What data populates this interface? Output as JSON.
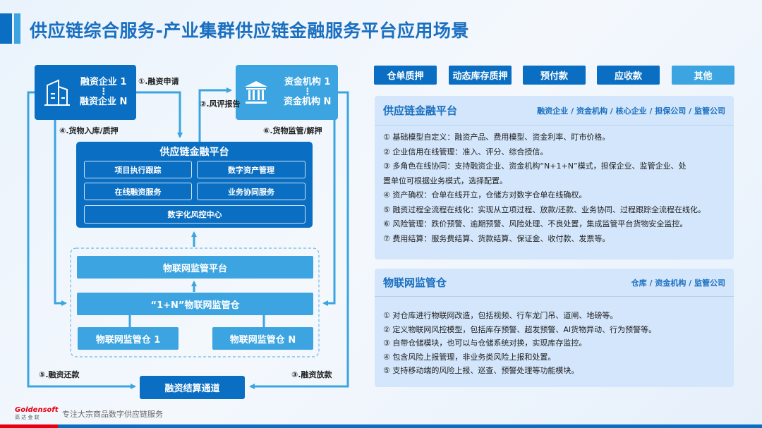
{
  "title": "供应链综合服务-产业集群供应链金融服务平台应用场景",
  "diagram": {
    "enterprise": {
      "line1": "融资企业 1",
      "dots": "⋮",
      "line2": "融资企业 N"
    },
    "fund": {
      "line1": "资金机构 1",
      "dots": "⋮",
      "line2": "资金机构 N"
    },
    "labels": {
      "apply": "①.融资申请",
      "risk_report": "②.风评报告",
      "loan": "③.融资放款",
      "inbound": "④.货物入库/质押",
      "repay": "⑤.融资还款",
      "supervise": "⑥.货物监管/解押"
    },
    "platform": {
      "title": "供应链金融平台",
      "modules": [
        "项目执行跟踪",
        "数字资产管理",
        "在线融资服务",
        "业务协同服务",
        "数字化风控中心"
      ]
    },
    "iot_platform": "物联网监管平台",
    "iot_hub": "“1+N”物联网监管仓",
    "iot_wh1": "物联网监管仓 1",
    "iot_whn": "物联网监管仓 N",
    "settlement": "融资结算通道"
  },
  "tabs": [
    "仓单质押",
    "动态库存质押",
    "预付款",
    "应收款",
    "其他"
  ],
  "panel1": {
    "title": "供应链金融平台",
    "roles": "融资企业 / 资金机构 / 核心企业 / 担保公司 / 监管公司",
    "items": [
      "① 基础模型自定义：融资产品、费用模型、资金利率、盯市价格。",
      "② 企业信用在线管理：准入、评分、综合授信。",
      "③ 多角色在线协同：支持融资企业、资金机构“N+1+N”模式，担保企业、监管企业、处置单位可根据业务模式，选择配置。",
      "④ 资产确权：仓单在线开立，仓储方对数字仓单在线确权。",
      "⑤ 融资过程全流程在线化：实现从立项过程、放款/还款、业务协同、过程跟踪全流程在线化。",
      "⑥ 风险管理：跌价预警、逾期预警、风险处理、不良处置，集成监管平台货物安全监控。",
      "⑦ 费用结算：服务费结算、货款结算、保证金、收付款、发票等。"
    ]
  },
  "panel2": {
    "title": "物联网监管仓",
    "roles": "仓库 / 资金机构 / 监管公司",
    "items": [
      "① 对仓库进行物联网改造，包括视频、行车龙门吊、道闸、地磅等。",
      "② 定义物联网风控模型，包括库存预警、超发预警、AI货物异动、行为预警等。",
      "③ 自带仓储模块，也可以与仓储系统对换，实现库存监控。",
      "④ 包含风险上报管理，非业务类风险上报和处置。",
      "⑤ 支持移动端的风险上报、巡查、预警处理等功能模块。"
    ]
  },
  "footer": {
    "logo": "Goldensoft",
    "logo_cn": "高 达 金 软",
    "tagline": "专注大宗商品数字供应链服务"
  },
  "colors": {
    "dark": "#0a6fc2",
    "light": "#3ca4e0",
    "accent_red": "#e60012"
  }
}
